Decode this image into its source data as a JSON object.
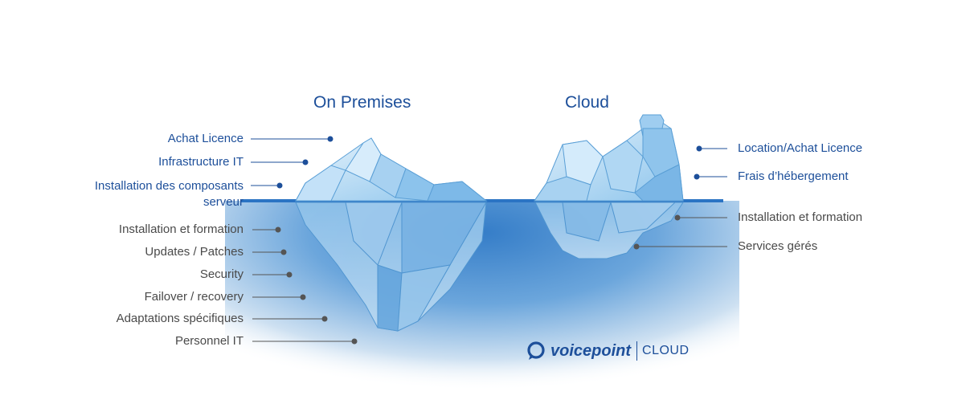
{
  "headings": {
    "on_premises": "On Premises",
    "cloud": "Cloud"
  },
  "on_premises": {
    "above": [
      "Achat Licence",
      "Infrastructure IT",
      "Installation des composants serveur"
    ],
    "below": [
      "Installation et formation",
      "Updates / Patches",
      "Security",
      "Failover / recovery",
      "Adaptations spécifiques",
      "Personnel IT"
    ]
  },
  "cloud": {
    "above": [
      "Location/Achat Licence",
      "Frais d’hébergement"
    ],
    "below": [
      "Installation et formation",
      "Services gérés"
    ]
  },
  "logo": {
    "brand": "voicepoint",
    "product": "CLOUD"
  },
  "colors": {
    "accent": "#1d4f9a",
    "grey": "#4a4a4a",
    "ice": "#7fb8e6",
    "water": "#2f78c4"
  }
}
